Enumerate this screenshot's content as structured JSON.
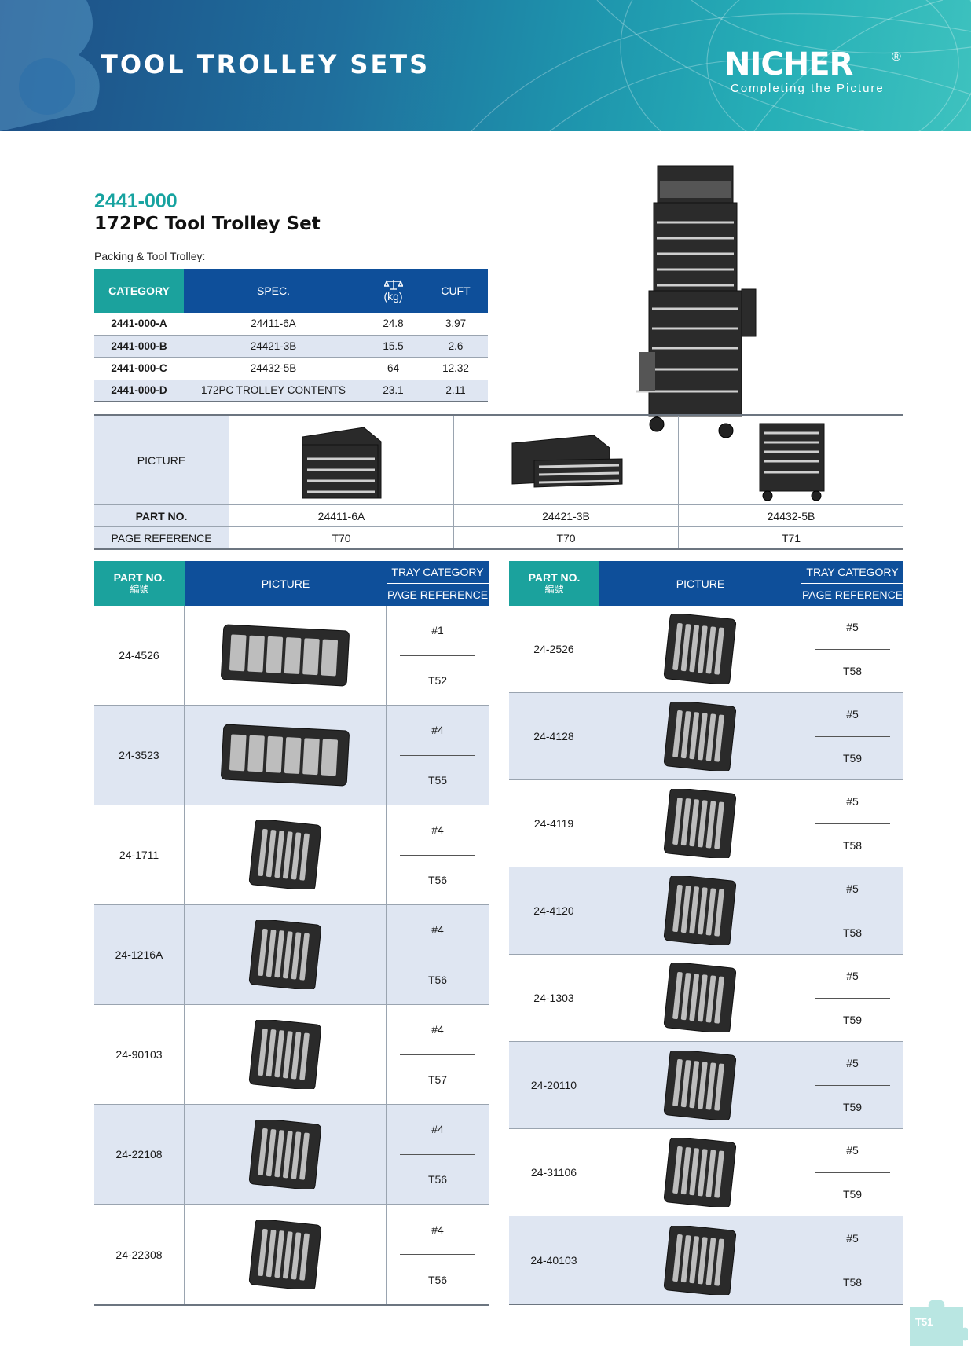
{
  "header": {
    "title": "TOOL TROLLEY SETS",
    "brand": "NICHER",
    "brand_mark": "®",
    "tagline": "Completing the Picture"
  },
  "product": {
    "code": "2441-000",
    "title": "172PC Tool Trolley Set",
    "packing_label": "Packing & Tool Trolley:"
  },
  "spec_table": {
    "headers": {
      "category": "CATEGORY",
      "spec": "SPEC.",
      "weight_unit": "(kg)",
      "cuft": "CUFT"
    },
    "rows": [
      {
        "category": "2441-000-A",
        "spec": "24411-6A",
        "kg": "24.8",
        "cuft": "3.97"
      },
      {
        "category": "2441-000-B",
        "spec": "24421-3B",
        "kg": "15.5",
        "cuft": "2.6"
      },
      {
        "category": "2441-000-C",
        "spec": "24432-5B",
        "kg": "64",
        "cuft": "12.32"
      },
      {
        "category": "2441-000-D",
        "spec": "172PC TROLLEY CONTENTS",
        "kg": "23.1",
        "cuft": "2.11"
      }
    ]
  },
  "picture_table": {
    "labels": {
      "picture": "PICTURE",
      "part_no": "PART NO.",
      "page_ref": "PAGE REFERENCE"
    },
    "items": [
      {
        "part_no": "24411-6A",
        "page_ref": "T70"
      },
      {
        "part_no": "24421-3B",
        "page_ref": "T70"
      },
      {
        "part_no": "24432-5B",
        "page_ref": "T71"
      }
    ]
  },
  "tray_headers": {
    "part_no": "PART NO.",
    "part_no_cn": "編號",
    "picture": "PICTURE",
    "tray_category": "TRAY CATEGORY",
    "page_reference": "PAGE REFERENCE"
  },
  "trays_left": [
    {
      "part_no": "24-4526",
      "category": "#1",
      "page": "T52",
      "icon": "socket-set-tray-icon"
    },
    {
      "part_no": "24-3523",
      "category": "#4",
      "page": "T55",
      "icon": "socket-set-tray-icon"
    },
    {
      "part_no": "24-1711",
      "category": "#4",
      "page": "T56",
      "icon": "offset-wrench-tray-icon"
    },
    {
      "part_no": "24-1216A",
      "category": "#4",
      "page": "T56",
      "icon": "combination-wrench-tray-icon"
    },
    {
      "part_no": "24-90103",
      "category": "#4",
      "page": "T57",
      "icon": "plier-hammer-tray-icon"
    },
    {
      "part_no": "24-22108",
      "category": "#4",
      "page": "T56",
      "icon": "hex-key-tray-icon"
    },
    {
      "part_no": "24-22308",
      "category": "#4",
      "page": "T56",
      "icon": "hex-key-tray-icon"
    }
  ],
  "trays_right": [
    {
      "part_no": "24-2526",
      "category": "#5",
      "page": "T58",
      "icon": "socket-set-tray-icon"
    },
    {
      "part_no": "24-4128",
      "category": "#5",
      "page": "T59",
      "icon": "screwdriver-bit-tray-icon"
    },
    {
      "part_no": "24-4119",
      "category": "#5",
      "page": "T58",
      "icon": "bit-socket-tray-icon"
    },
    {
      "part_no": "24-4120",
      "category": "#5",
      "page": "T58",
      "icon": "bit-socket-tray-icon"
    },
    {
      "part_no": "24-1303",
      "category": "#5",
      "page": "T59",
      "icon": "screwdriver-tray-icon"
    },
    {
      "part_no": "24-20110",
      "category": "#5",
      "page": "T59",
      "icon": "chisel-tray-icon"
    },
    {
      "part_no": "24-31106",
      "category": "#5",
      "page": "T59",
      "icon": "screwdriver-set-tray-icon"
    },
    {
      "part_no": "24-40103",
      "category": "#5",
      "page": "T58",
      "icon": "plier-set-tray-icon"
    }
  ],
  "page_number": "T51",
  "colors": {
    "teal": "#1ba29d",
    "blue": "#0e4f9a",
    "row_alt": "#dfe6f2",
    "code_teal": "#17a3a0"
  }
}
